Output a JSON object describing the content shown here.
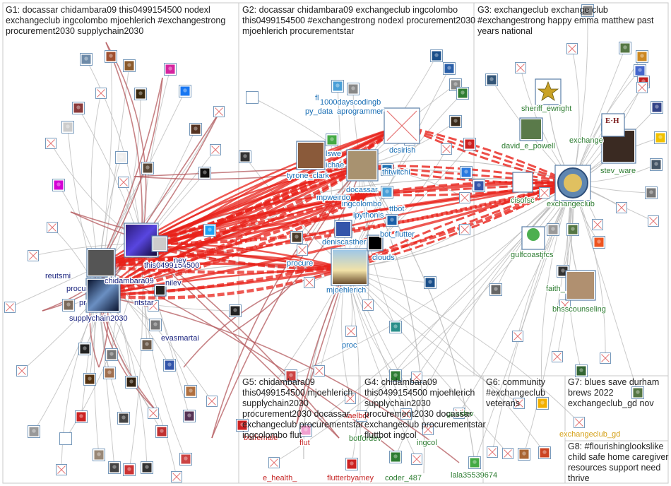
{
  "colors": {
    "edge_gray": "#b4b4b4",
    "edge_red": "#e8221a",
    "edge_dark_red": "#b4595e",
    "label_blue": "#1a6fb5",
    "label_green": "#2e7d32",
    "label_red": "#c62828",
    "label_gold": "#d4a017",
    "label_dark": "#1a237e",
    "group_border": "#c8c8c8"
  },
  "groups": [
    {
      "id": "G1",
      "lines": [
        "G1: docassar chidambara09 this0499154500 nodexl",
        "exchangeclub ingcolombo mjoehlerich #exchangestrong",
        "procurement2030 supplychain2030"
      ]
    },
    {
      "id": "G2",
      "lines": [
        "G2: docassar chidambara09 exchangeclub ingcolombo",
        "this0499154500 #exchangestrong nodexl procurement2030",
        "mjoehlerich procurementstar"
      ]
    },
    {
      "id": "G3",
      "lines": [
        "G3: exchangeclub exchange club",
        "#exchangestrong happy emma matthew past",
        "years national"
      ]
    },
    {
      "id": "G5",
      "lines": [
        "G5: chidambara09",
        "this0499154500 mjoehlerich",
        "supplychain2030",
        "procurement2030 docassar",
        "exchangeclub procurementstar",
        "ingcolombo flut"
      ]
    },
    {
      "id": "G4",
      "lines": [
        "G4: chidambara09",
        "this0499154500 mjoehlerich",
        "supplychain2030",
        "procurement2030 docassar",
        "exchangeclub procurementstar",
        "fluttbot ingcol"
      ]
    },
    {
      "id": "G6",
      "lines": [
        "G6: community",
        "#exchangeclub",
        "veterans"
      ]
    },
    {
      "id": "G7",
      "lines": [
        "G7: blues save durham",
        "brews 2022",
        "exchangeclub_gd nov"
      ]
    },
    {
      "id": "G8",
      "lines": [
        "G8: #flourishinglookslike",
        "child safe home caregiver",
        "resources support need",
        "thrive"
      ]
    }
  ],
  "nodes": {
    "this0499154500": "this0499154500",
    "chidambara09": "chidambara09",
    "supplychain2030": "supplychain2030",
    "reutsmi": "reutsmi",
    "procu_g1": "procu",
    "pr_g1": "pr",
    "ntstar": "ntstar",
    "nilev": "nilev",
    "ney": "ney",
    "evasmartai": "evasmartai",
    "docassar": "docassar",
    "tyrone_clark": "tyrone_clark",
    "ingcolombo": "ingcolombo",
    "mpweirdo": "mpweirdo",
    "ipythonis": "ipythonis",
    "deniscasther": "deniscasther",
    "bot_flutter": "bot_flutter",
    "clouds": "clouds",
    "mjoehlerich": "mjoehlerich",
    "procure": "procure",
    "proc": "proc",
    "dcsirish": "dcsirish",
    "thtwitchi": "thtwitchi",
    "ttbot": "ttbot",
    "aprogrammer": "aprogrammer",
    "py_data": "py_data",
    "fl_frag": "fl",
    "days1000": "1000dayscodingb",
    "lswe": "lswe",
    "ichae": "ichae",
    "sheriff_ewright": "sheriff_ewright",
    "david_e_powell": "david_e_powell",
    "exchange_frag": "exchange",
    "stev_ware": "stev_ware",
    "cisofsc": "cisofsc",
    "exchangeclub": "exchangeclub",
    "gulfcoastjfcs": "gulfcoastjfcs",
    "faith": "faith_",
    "bhsscounseling": "bhsscounseling",
    "botfemale": "botfemale",
    "flut": "flut",
    "e_health": "e_health_",
    "flutterbyamey": "flutterbyamey",
    "botfordev": "botfordev",
    "ingcol": "ingcol",
    "coder_487": "coder_487",
    "lala35539674": "lala35539674",
    "goaidev": "goaidev",
    "xaelbot": "xaelbot",
    "exchangeclub_gd": "exchangeclub_gd"
  }
}
